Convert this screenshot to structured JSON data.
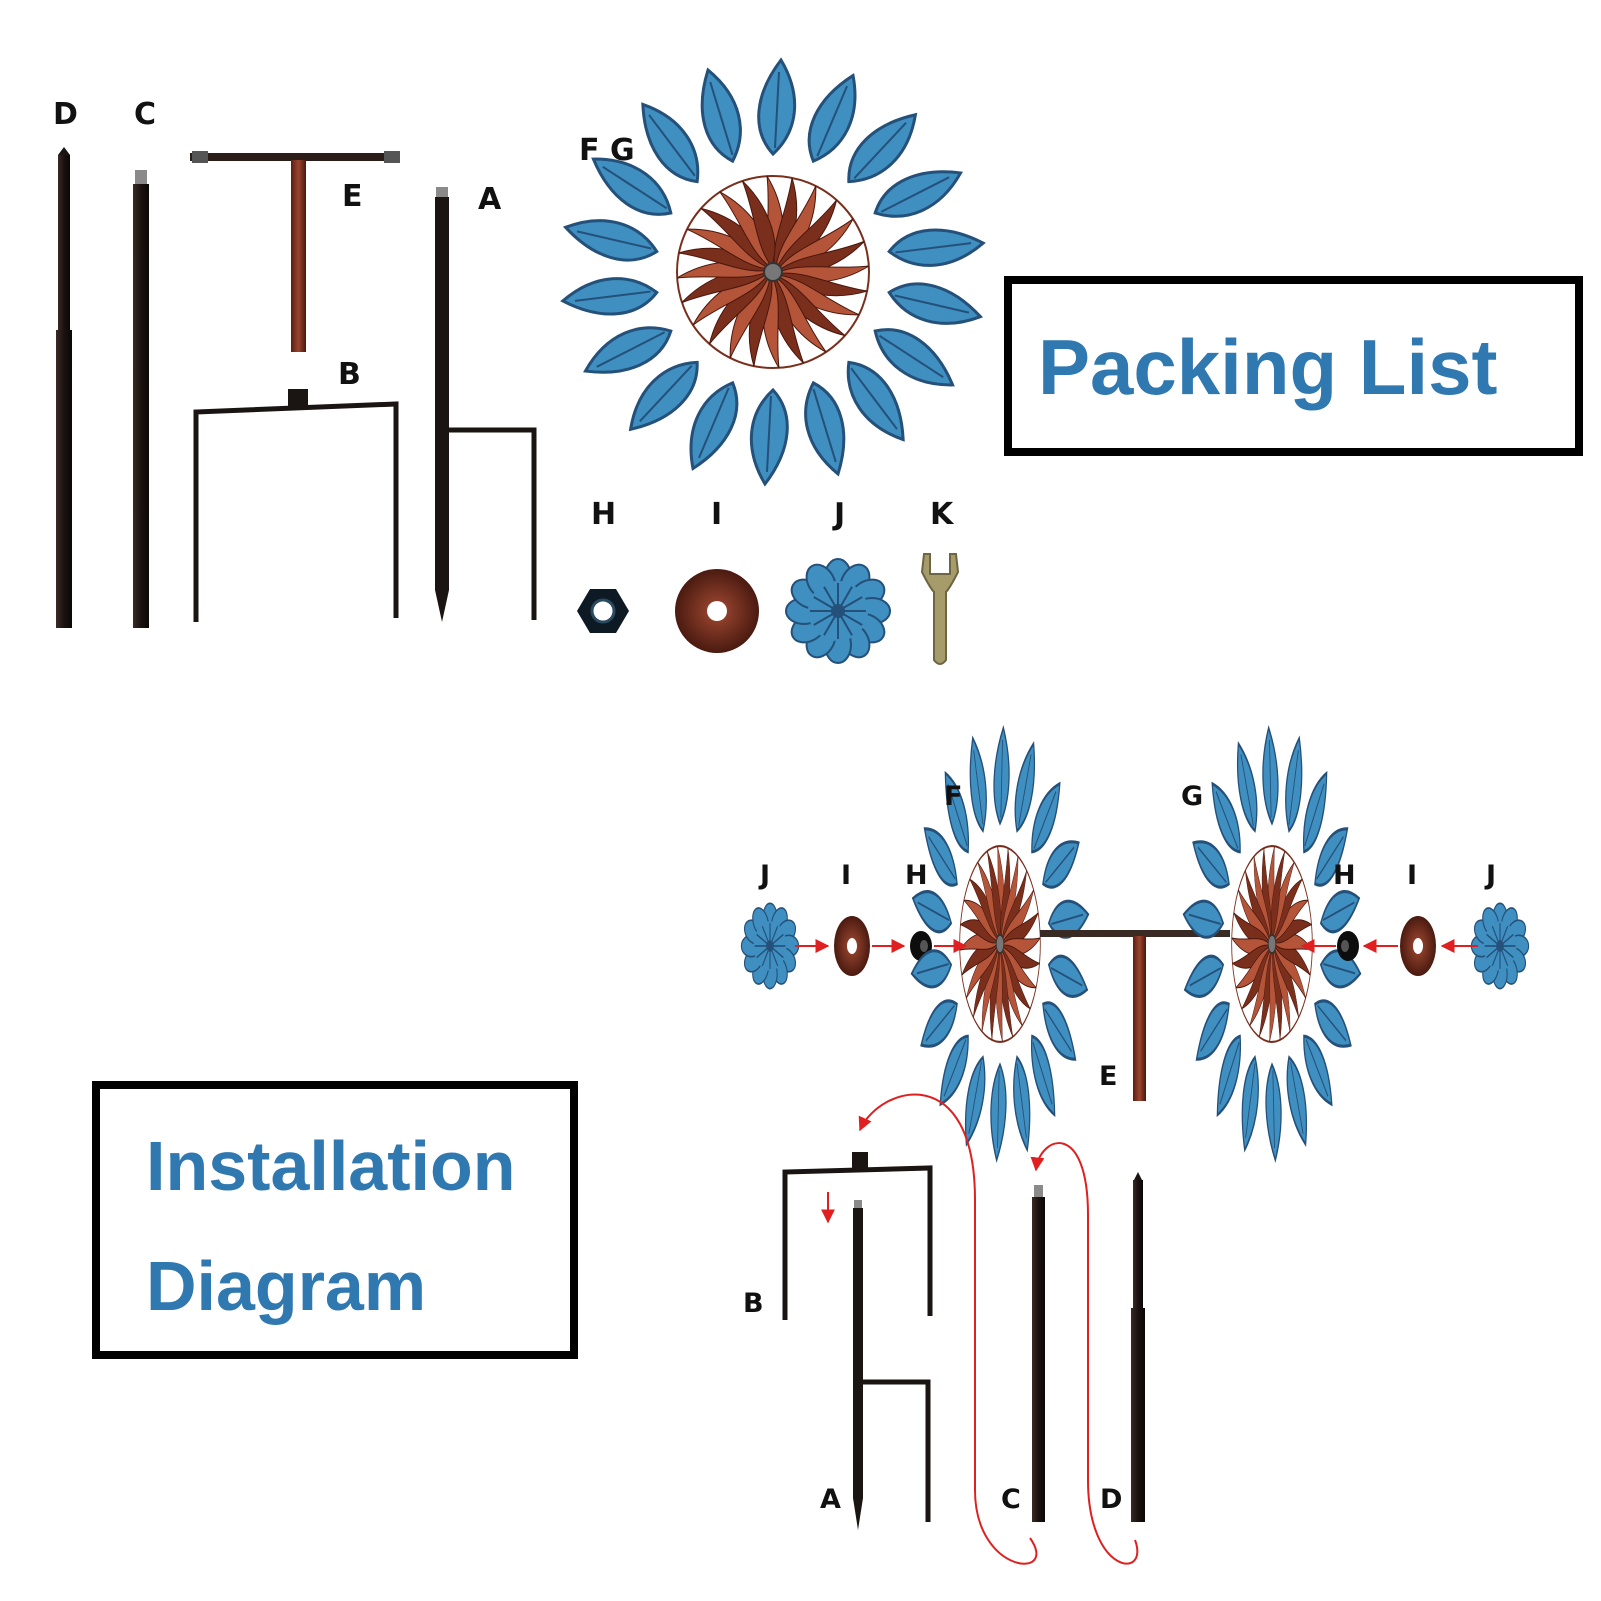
{
  "packing_list": {
    "title": "Packing List",
    "labels": {
      "D": "D",
      "C": "C",
      "E": "E",
      "A": "A",
      "B": "B",
      "FG": "F G",
      "H": "H",
      "I": "I",
      "J": "J",
      "K": "K"
    }
  },
  "installation": {
    "title_line1": "Installation",
    "title_line2": "Diagram",
    "labels": {
      "F": "F",
      "G": "G",
      "J_left": "J",
      "I_left": "I",
      "H_left": "H",
      "H_right": "H",
      "I_right": "I",
      "J_right": "J",
      "E": "E",
      "B": "B",
      "A": "A",
      "C": "C",
      "D": "D"
    }
  },
  "colors": {
    "title_blue": "#2f78b0",
    "petal_blue": "#3f8fc0",
    "petal_dark": "#24507a",
    "copper": "#7a2f1c",
    "copper_light": "#b4553a",
    "pole": "#1a1412",
    "arrow_red": "#e02020",
    "wrench": "#a69b6a"
  }
}
